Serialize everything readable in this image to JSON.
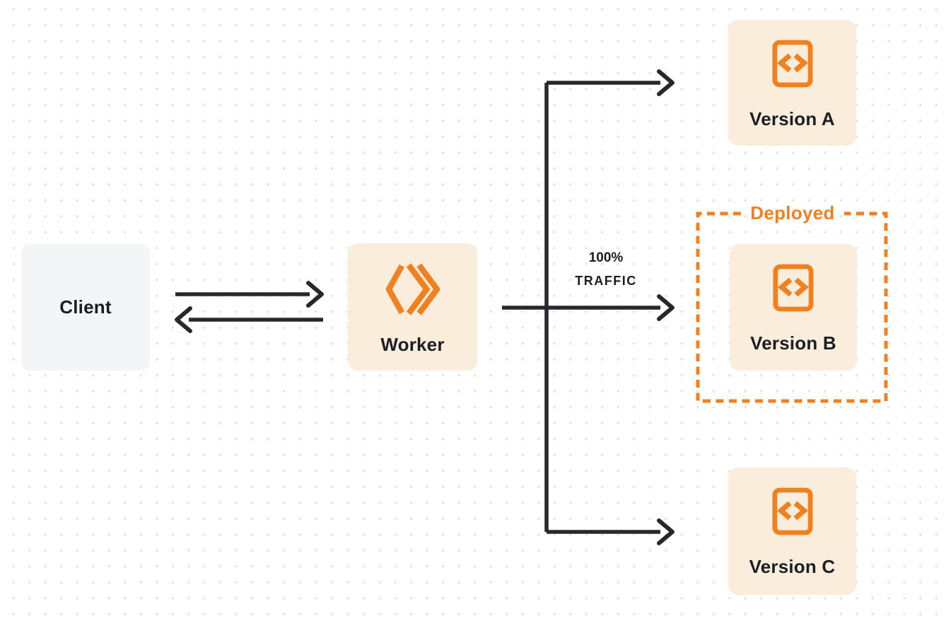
{
  "colors": {
    "orange": "#F08121",
    "cream": "#FAEDDC",
    "client_bg": "#F4F5F7",
    "ink": "#1B1E23",
    "arrow": "#26282C",
    "dot": "#E3E4E6",
    "bg": "#FFFFFF"
  },
  "nodes": {
    "client": {
      "label": "Client"
    },
    "worker": {
      "label": "Worker",
      "icon": "cloudflare-workers-logo"
    },
    "version_a": {
      "label": "Version A",
      "icon": "code-page-icon"
    },
    "version_b": {
      "label": "Version B",
      "icon": "code-page-icon"
    },
    "version_c": {
      "label": "Version C",
      "icon": "code-page-icon"
    }
  },
  "annotations": {
    "deployed": "Deployed",
    "traffic_line1": "100%",
    "traffic_line2": "TRAFFIC"
  }
}
